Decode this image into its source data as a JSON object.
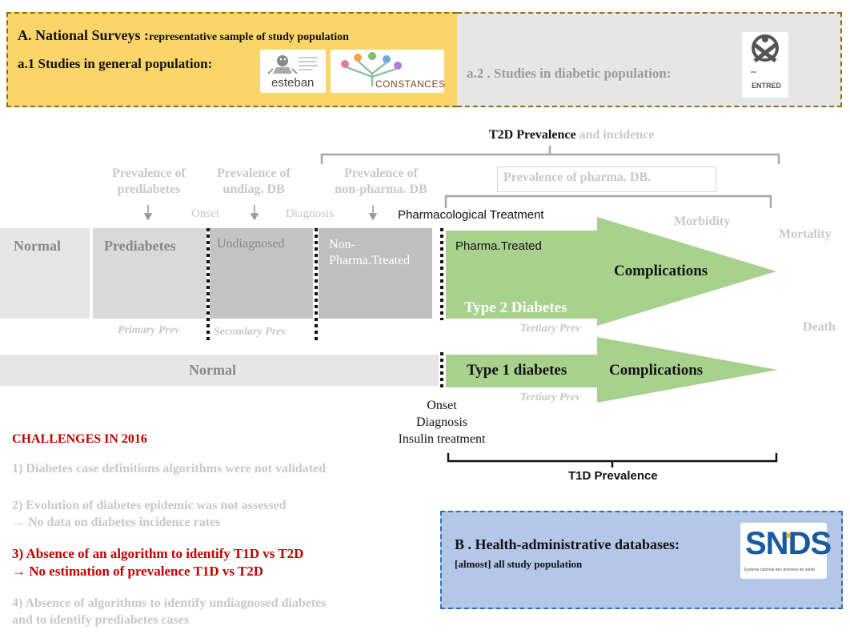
{
  "surveys": {
    "title_main": "A. National Surveys :",
    "title_sub": "representative sample of study population",
    "general_label": "a.1 Studies in general population:",
    "diabetic_label": "a.2 . Studies in diabetic population:",
    "logos": {
      "esteban": "esteban",
      "constances": "CONSTANCES",
      "entred": "ENTRED"
    },
    "colors": {
      "yellow_panel": "#f9d56a",
      "grey_panel": "#e6e6e6",
      "border": "#8a6d12"
    }
  },
  "t2d_header": {
    "bold": "T2D Prevalence",
    "light": " and incidence"
  },
  "prevalence_labels": {
    "prediabetes": [
      "Prevalence of",
      "prediabetes"
    ],
    "undiag": [
      "Prevalence of",
      "undiag. DB"
    ],
    "non_pharma": [
      "Prevalence of",
      "non-pharma. DB"
    ],
    "pharma": "Prevalence of pharma. DB."
  },
  "events": {
    "onset": "Onset",
    "diagnosis": "Diagnosis",
    "pharma_treatment": "Pharmacological Treatment",
    "morbidity": "Morbidity",
    "mortality": "Mortality",
    "death": "Death"
  },
  "stages": {
    "normal": "Normal",
    "prediabetes": "Prediabetes",
    "undiagnosed": "Undiagnosed",
    "non_pharma": [
      "Non-",
      "Pharma.Treated"
    ],
    "pharma_treated": "Pharma.Treated",
    "type2": "Type 2 Diabetes",
    "complications": "Complications",
    "normal_t1": "Normal",
    "type1": "Type 1 diabetes",
    "complications_t1": "Complications"
  },
  "prevention": {
    "primary": "Primary Prev",
    "secondary": "Secondary Prev",
    "tertiary": "Tertiary Prev",
    "tertiary_t1": "Tertiary Prev"
  },
  "t1_events": [
    "Onset",
    "Diagnosis",
    "Insulin treatment"
  ],
  "t1d_prevalence": "T1D Prevalence",
  "challenges": {
    "title": "CHALLENGES IN 2016",
    "item1": "1)  Diabetes case definitions algorithms were not validated",
    "item2a": "2) Evolution of diabetes epidemic was not assessed",
    "item2b": "→ No data on diabetes incidence rates",
    "item3a": "3) Absence of an algorithm to identify T1D vs T2D",
    "item3b": "→ No estimation of prevalence T1D vs T2D",
    "item4a": "4) Absence of algorithms to identify undiagnosed diabetes",
    "item4b": "and to identify prediabetes cases"
  },
  "databases": {
    "title": "B . Health-administrative databases:",
    "subtitle": "[almost] all study population",
    "logo": "SNDS",
    "logo_caption": "Système national des données de santé",
    "colors": {
      "panel": "#b4c7e7",
      "border": "#2f6fb8",
      "logo_text": "#1a5aa0"
    }
  },
  "colors": {
    "arrow_green": "#a9d18e",
    "stage_grey_light": "#e6e6e6",
    "stage_grey_mid": "#d9d9d9",
    "stage_grey_dark": "#c4c4c4",
    "challenge_red": "#c00000",
    "faded_text": "#c8c8c8"
  }
}
